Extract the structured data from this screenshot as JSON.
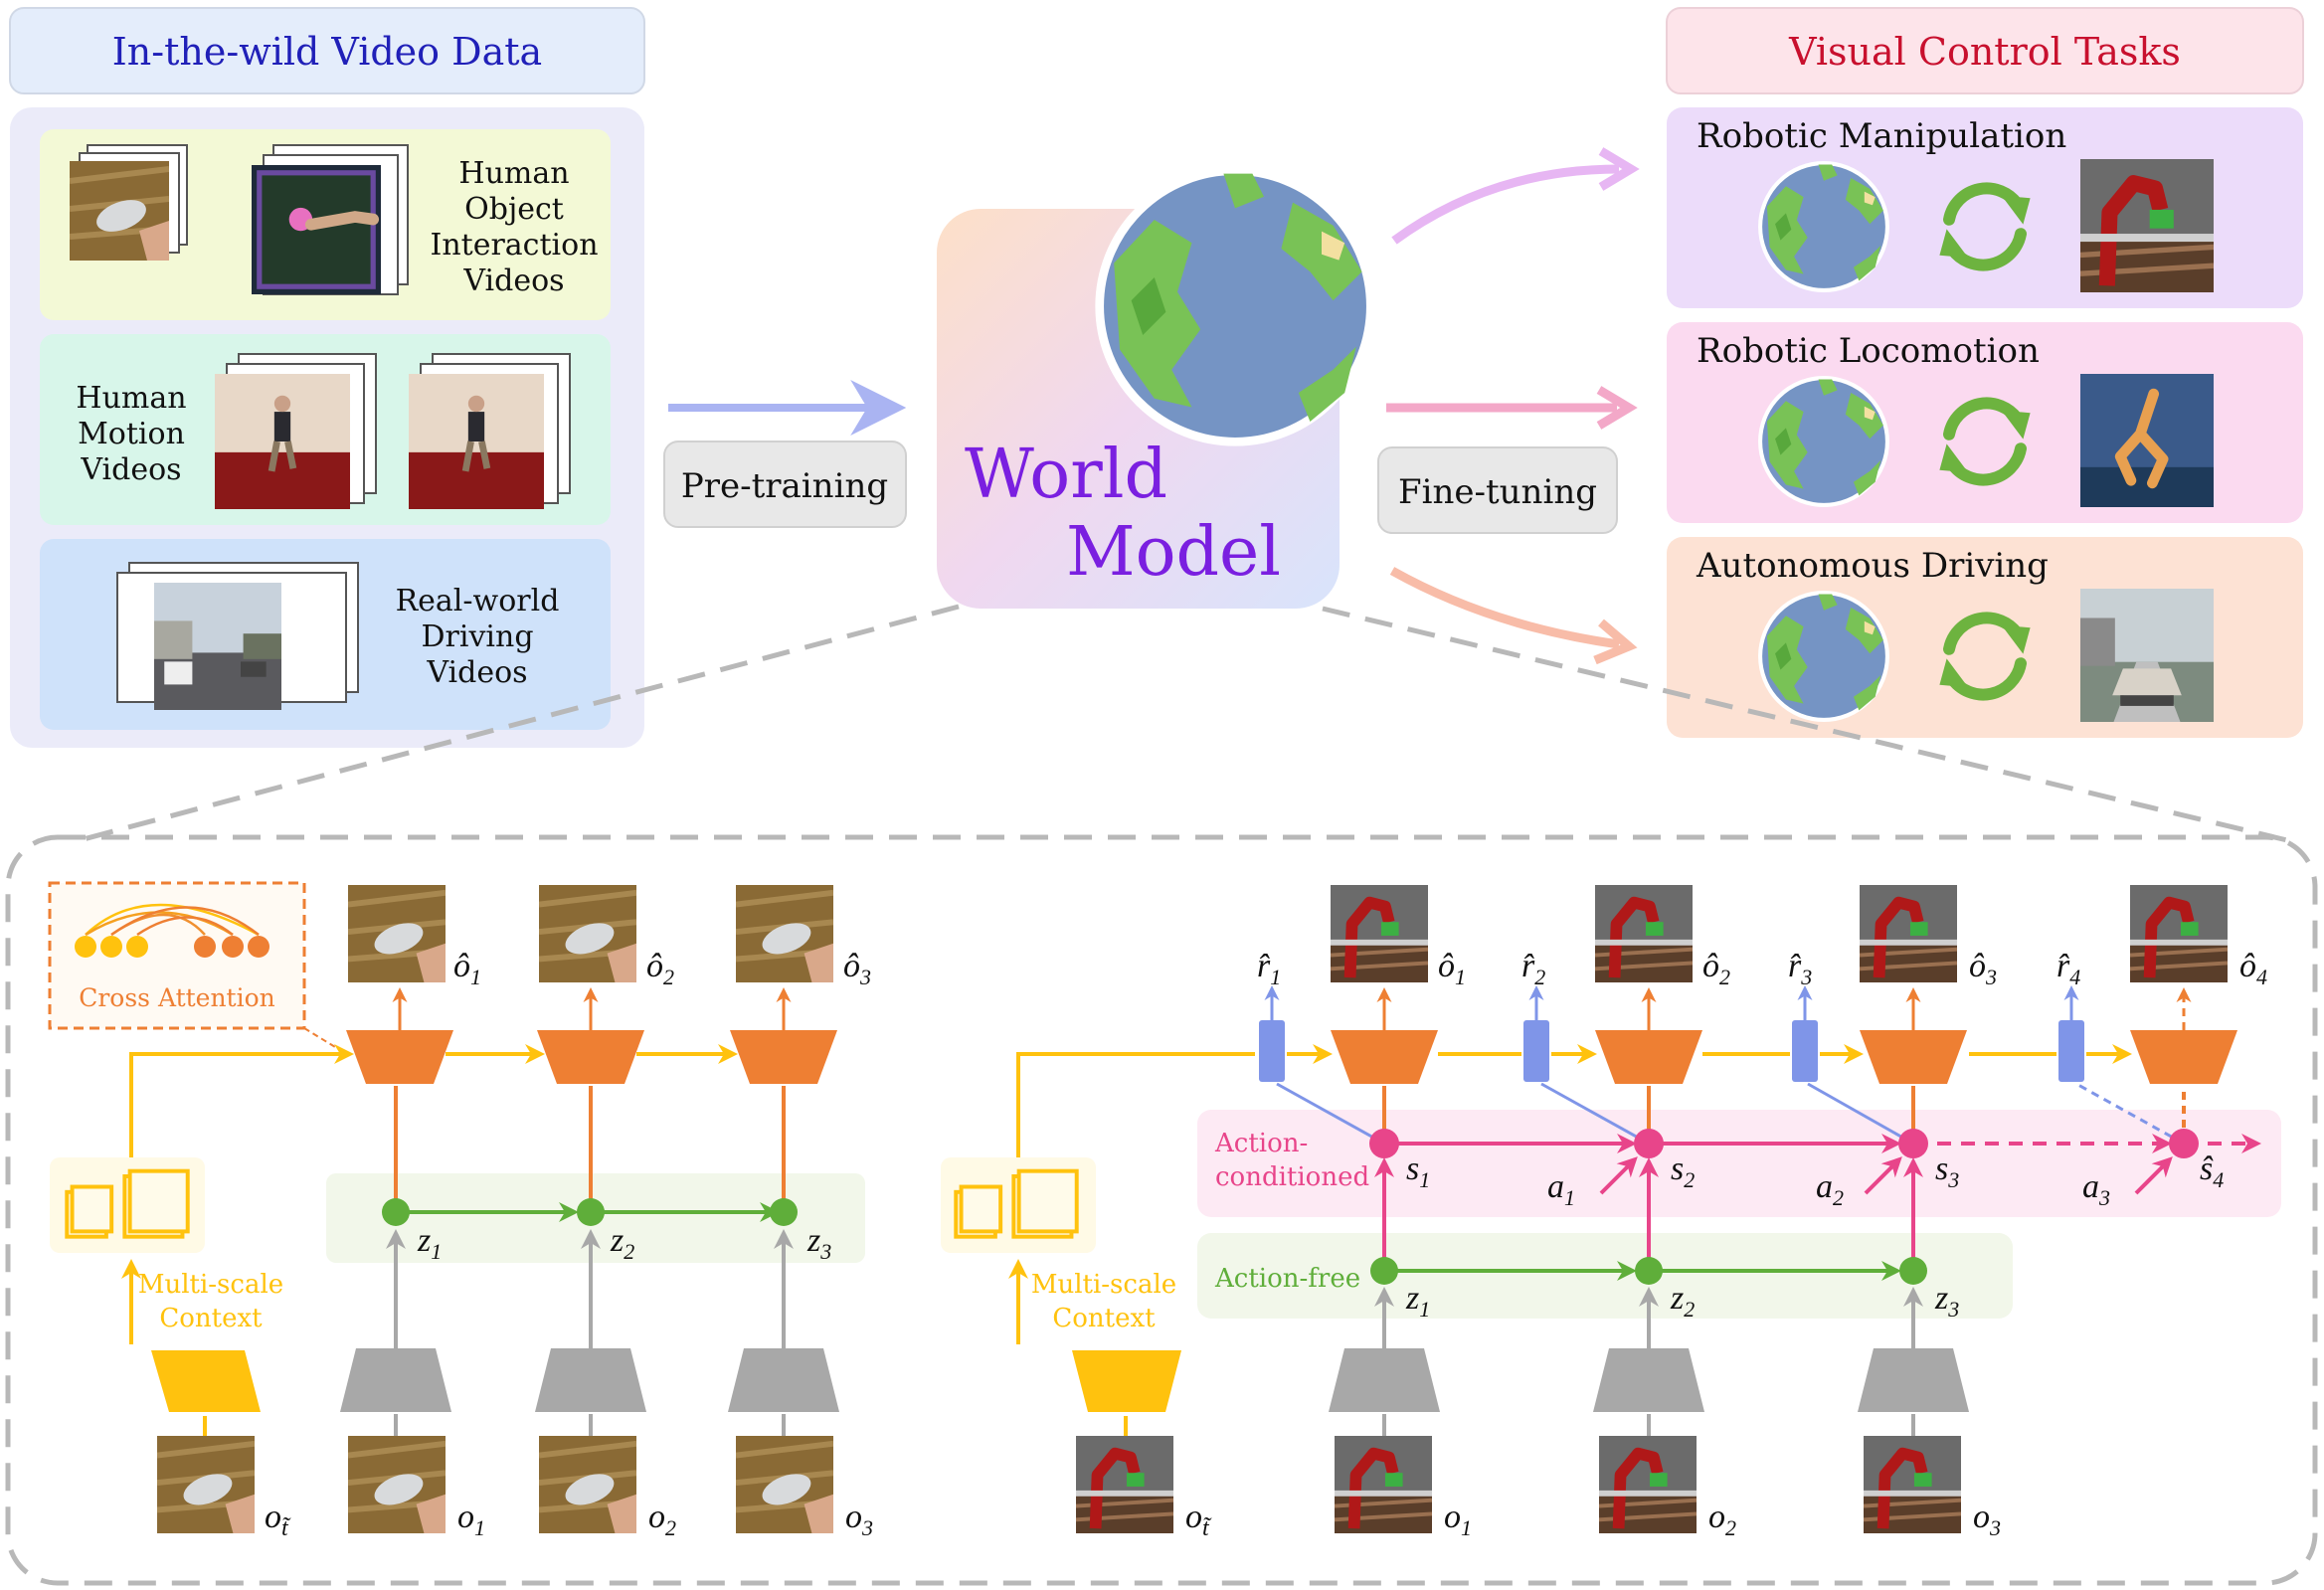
{
  "top": {
    "video_data_title": "In-the-wild Video Data",
    "human_object_label": [
      "Human",
      "Object",
      "Interaction",
      "Videos"
    ],
    "human_motion_label": [
      "Human",
      "Motion",
      "Videos"
    ],
    "driving_label": [
      "Real-world",
      "Driving",
      "Videos"
    ],
    "pretraining_label": "Pre-training",
    "finetuning_label": "Fine-tuning",
    "world_label": "World",
    "model_label": "Model",
    "tasks_title": "Visual Control Tasks",
    "tasks": [
      "Robotic Manipulation",
      "Robotic Locomotion",
      "Autonomous Driving"
    ]
  },
  "bottom": {
    "cross_attention_label": "Cross Attention",
    "multiscale_label": [
      "Multi-scale",
      "Context"
    ],
    "action_conditioned_label": [
      "Action-",
      "conditioned"
    ],
    "action_free_label": "Action-free",
    "left_obs_hat": [
      "ô",
      "ô",
      "ô"
    ],
    "subscripts": [
      "1",
      "2",
      "3",
      "4"
    ],
    "obs_letter": "o",
    "z_letter": "z",
    "s_letter": "s",
    "a_letter": "a",
    "r_letter": "r̂",
    "s4_letter": "ŝ",
    "tilde_t": "t̃"
  },
  "colors": {
    "video_title_text": "#2020b8",
    "tasks_title_text": "#c8102e",
    "world_model_text": "#7a1fe0",
    "orange": "#ee7f33",
    "yellow": "#ffc20e",
    "green": "#5fae3a",
    "pink": "#e8458a",
    "blue": "#7f95e8",
    "gray": "#a8a8a8"
  }
}
